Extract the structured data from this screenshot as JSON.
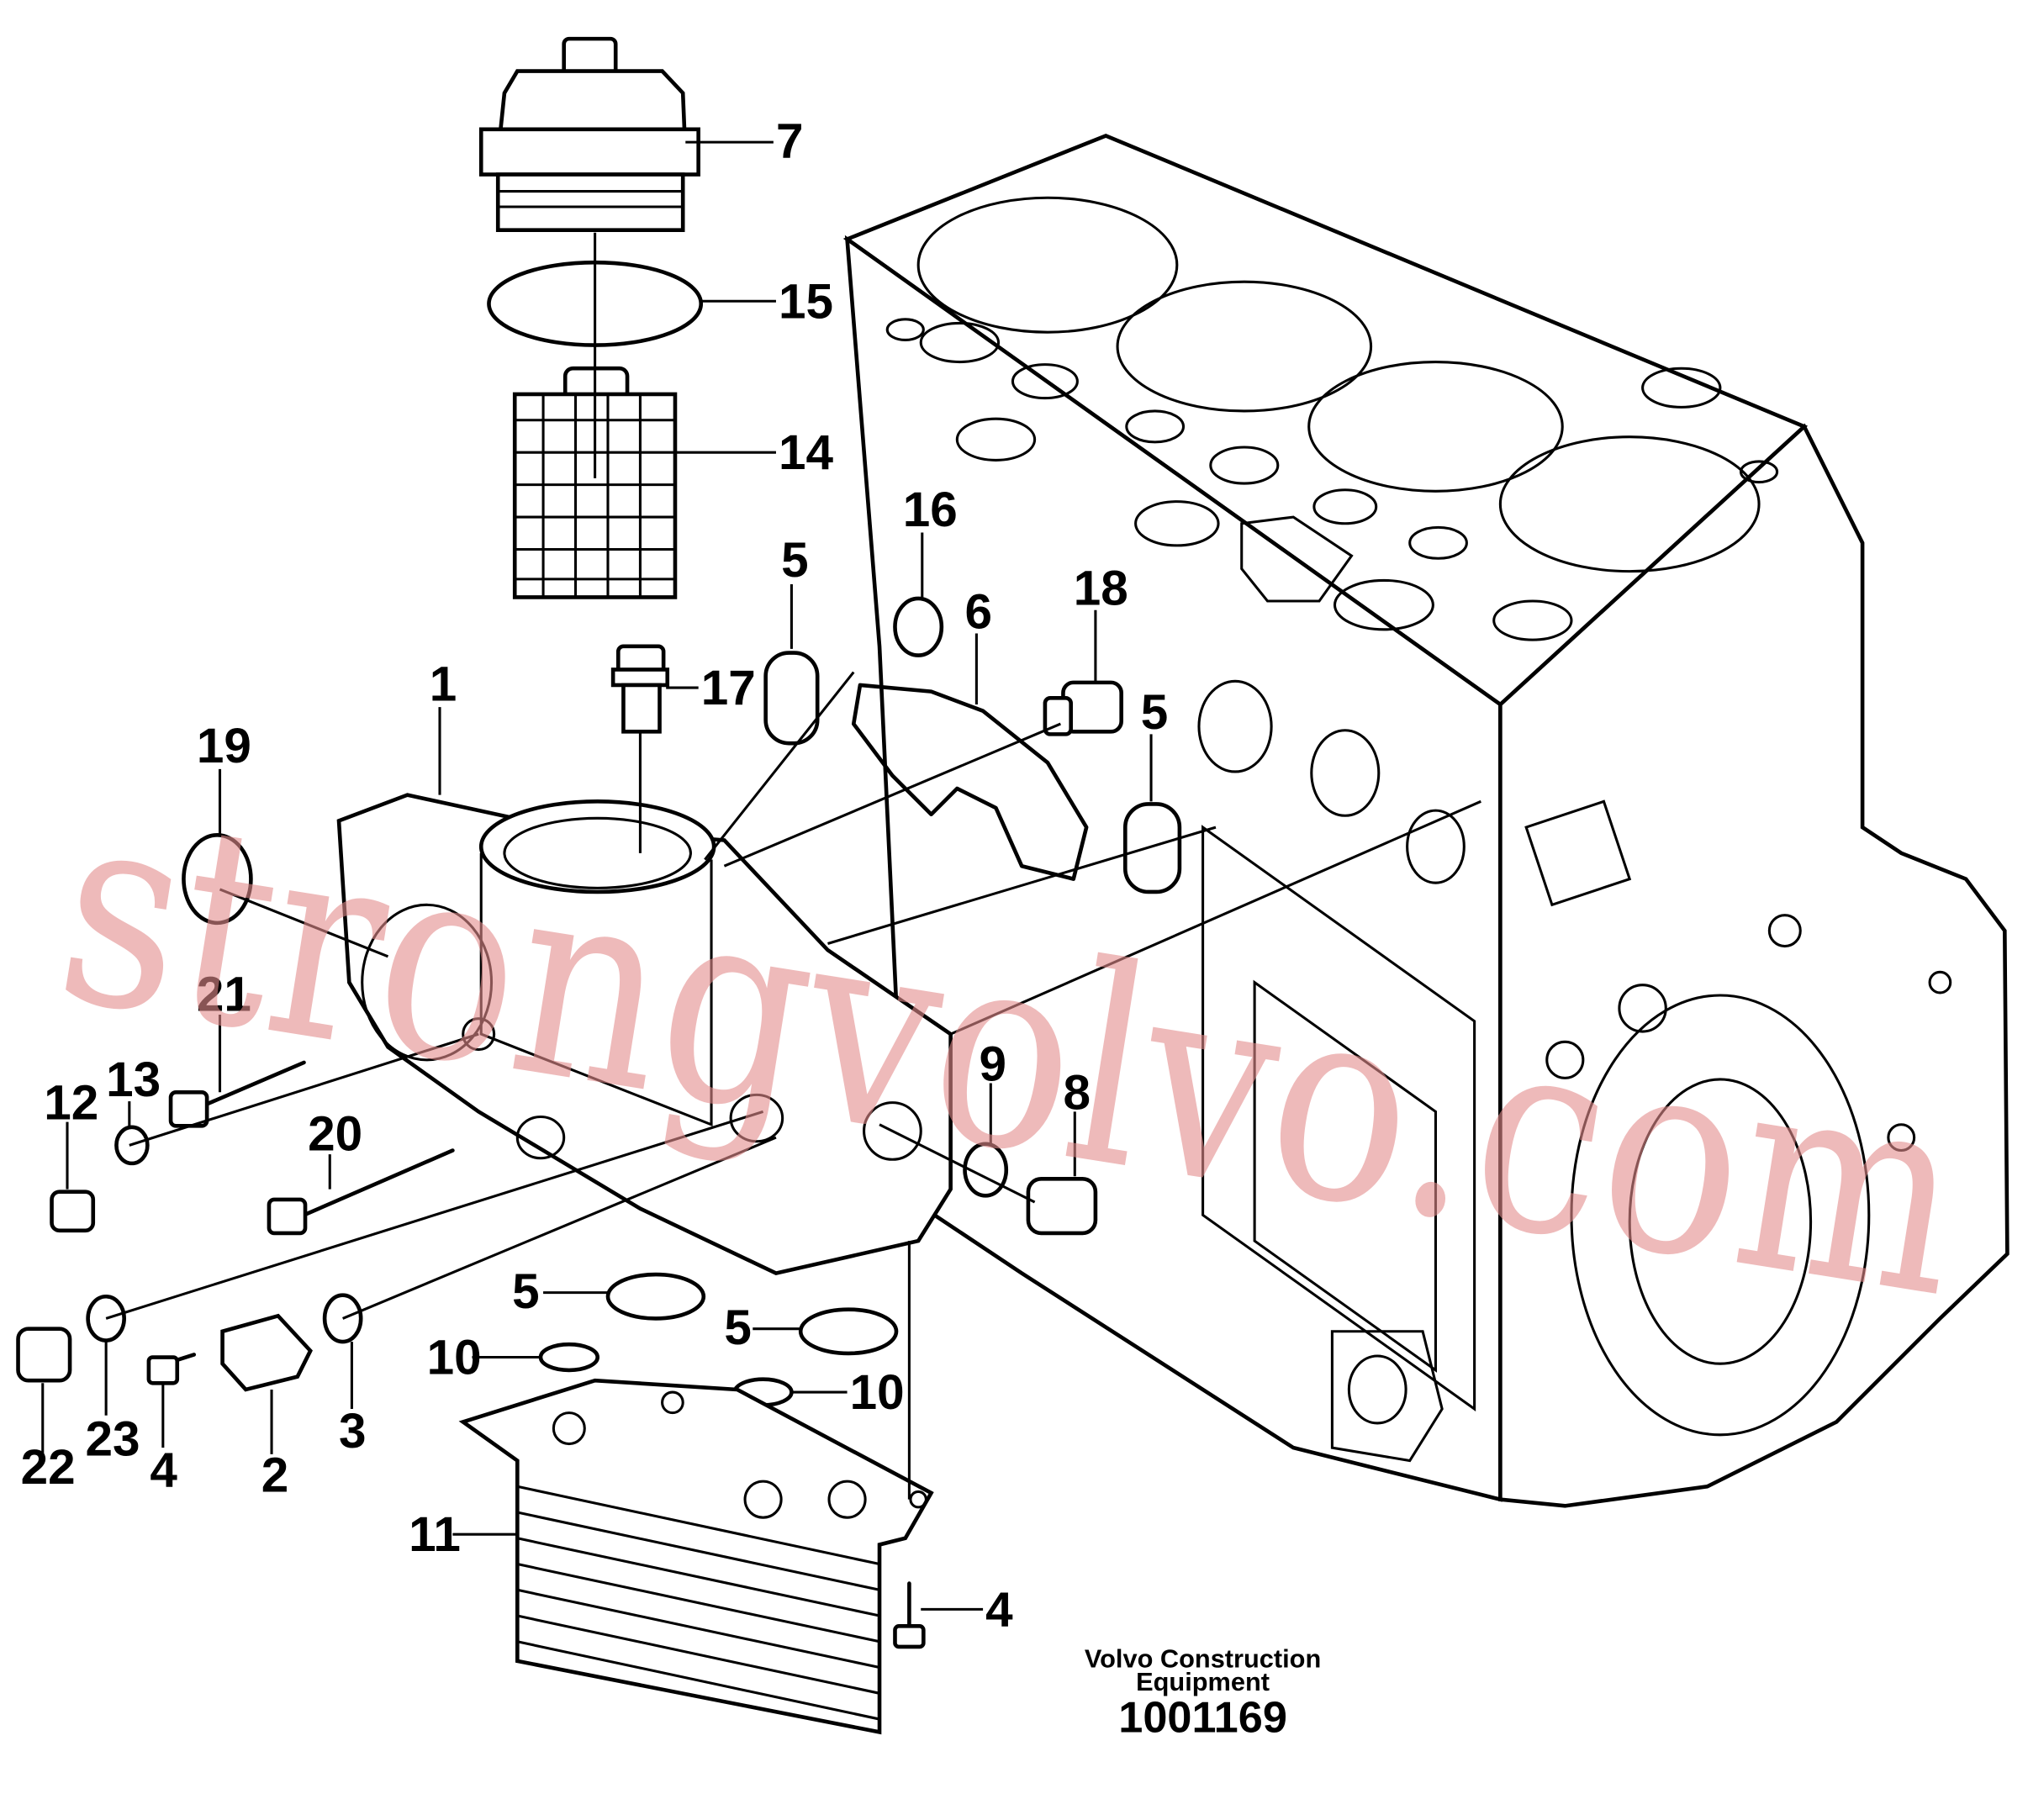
{
  "caption": {
    "line1": "Volvo Construction",
    "line2": "Equipment",
    "number": "1001169"
  },
  "watermark": "strongvolvo.com",
  "callouts": [
    {
      "id": "c7",
      "text": "7"
    },
    {
      "id": "c15",
      "text": "15"
    },
    {
      "id": "c14",
      "text": "14"
    },
    {
      "id": "c16",
      "text": "16"
    },
    {
      "id": "c5a",
      "text": "5"
    },
    {
      "id": "c6",
      "text": "6"
    },
    {
      "id": "c18",
      "text": "18"
    },
    {
      "id": "c17",
      "text": "17"
    },
    {
      "id": "c1",
      "text": "1"
    },
    {
      "id": "c5b",
      "text": "5"
    },
    {
      "id": "c19",
      "text": "19"
    },
    {
      "id": "c21",
      "text": "21"
    },
    {
      "id": "c13",
      "text": "13"
    },
    {
      "id": "c12",
      "text": "12"
    },
    {
      "id": "c20",
      "text": "20"
    },
    {
      "id": "c9",
      "text": "9"
    },
    {
      "id": "c8",
      "text": "8"
    },
    {
      "id": "c5c",
      "text": "5"
    },
    {
      "id": "c5d",
      "text": "5"
    },
    {
      "id": "c10a",
      "text": "10"
    },
    {
      "id": "c10b",
      "text": "10"
    },
    {
      "id": "c22",
      "text": "22"
    },
    {
      "id": "c23",
      "text": "23"
    },
    {
      "id": "c4a",
      "text": "4"
    },
    {
      "id": "c2",
      "text": "2"
    },
    {
      "id": "c3",
      "text": "3"
    },
    {
      "id": "c11",
      "text": "11"
    },
    {
      "id": "c4b",
      "text": "4"
    }
  ]
}
